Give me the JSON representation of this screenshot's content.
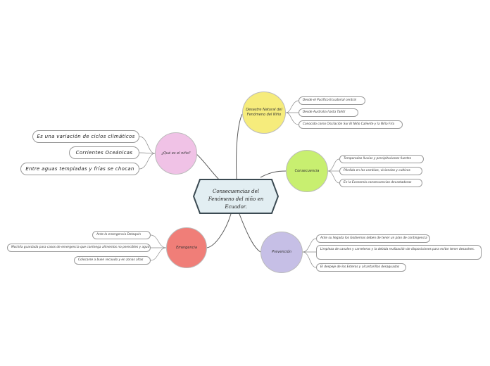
{
  "center": {
    "title": "Consecuencias del Fenómeno del niño en Ecuador."
  },
  "topics": {
    "que_es": {
      "label": "¿Qué es el niño?",
      "color": "#f0c2e6",
      "items": [
        "Es una variación de ciclos climáticos",
        "Corrientes Oceánicas",
        "Entre aguas templadas y frías se chocan"
      ]
    },
    "desastre": {
      "label": "Desastre Natural del Fenómeno del Niño",
      "color": "#f6ec7c",
      "items": [
        "Desde el Pacífico Ecuatorial central",
        "Desde Australia hasta Tahití",
        "Conocido como Oscilación Sur El Niño Caliente y la Niña Fría"
      ]
    },
    "consecuencia": {
      "label": "Consecuencia",
      "color": "#c8ef70",
      "items": [
        "Temporadas lluvias y precipitaciones fuertes",
        "Pérdida en los cambios, viviendas y cultivos",
        "En la Economía consecuencias devastadoras"
      ]
    },
    "prevencion": {
      "label": "Prevención",
      "color": "#c6bfe6",
      "items": [
        "Ante su llegada los Gobiernos deben de tener un plan de contingencia",
        "Limpieza de canales y carreteras y la debida realización de disposiciones para evitar tener desastres.",
        "El despeje de los Esteros y alcantarillas desaguadas"
      ]
    },
    "emergencia": {
      "label": "Emergencia",
      "color": "#f07e78",
      "items": [
        "Ante la emergencia Dotaquín",
        "Mochila guardada para casos de emergencia que contenga alimentos no perecibles y agua",
        "Colocarse a buen recaudo y en zonas altas"
      ]
    }
  }
}
